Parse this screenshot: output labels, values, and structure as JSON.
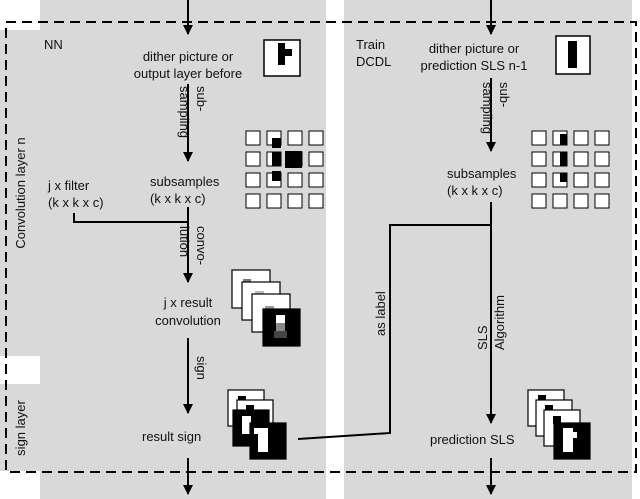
{
  "side_labels": {
    "conv_layer": "Convolution layer n",
    "sign_layer": "sign layer"
  },
  "nn": {
    "title": "NN",
    "input_line1": "dither picture or",
    "input_line2": "output layer before",
    "subsampling": [
      "sub-",
      "sampling"
    ],
    "filter_line1": "j x filter",
    "filter_line2": "(k x k x c)",
    "subsamples_line1": "subsamples",
    "subsamples_line2": "(k x k x c)",
    "convolution": [
      "convo-",
      "lution"
    ],
    "result_conv_line1": "j x result",
    "result_conv_line2": "convolution",
    "sign": "sign",
    "result_sign": "result sign"
  },
  "dcdl": {
    "title_line1": "Train",
    "title_line2": "DCDL",
    "input_line1": "dither picture or",
    "input_line2": "prediction SLS n-1",
    "subsampling": [
      "sub-",
      "sampling"
    ],
    "subsamples_line1": "subsamples",
    "subsamples_line2": "(k x k x c)",
    "as_label": "as label",
    "sls_algorithm": [
      "SLS",
      "Algorithm"
    ],
    "prediction": "prediction SLS"
  },
  "colors": {
    "panel": "#d9d9d9",
    "band": "#d9d9d9",
    "stroke": "#000000",
    "background": "#ffffff"
  }
}
